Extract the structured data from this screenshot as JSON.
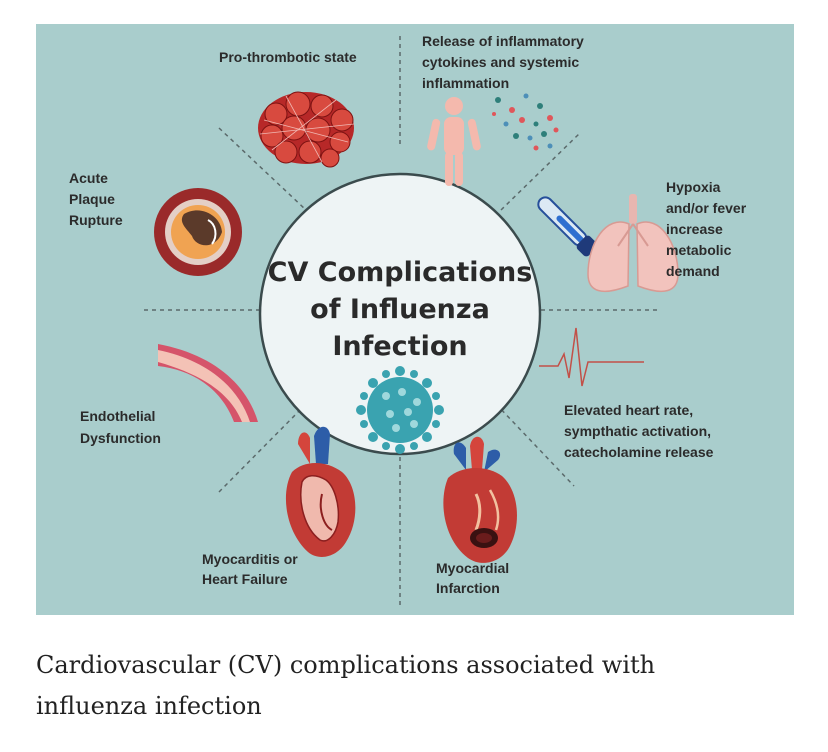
{
  "figure": {
    "center_title": {
      "line1": "CV Complications",
      "line2": "of Influenza",
      "line3": "Infection"
    },
    "labels": {
      "pro_thrombotic": "Pro-thrombotic state",
      "inflammatory": [
        "Release of inflammatory",
        "cytokines and systemic",
        "inflammation"
      ],
      "plaque": [
        "Acute",
        "Plaque",
        "Rupture"
      ],
      "hypoxia": [
        "Hypoxia",
        "and/or fever",
        "increase",
        "metabolic",
        "demand"
      ],
      "endothelial": [
        "Endothelial",
        "Dysfunction"
      ],
      "heart_rate": [
        "Elevated heart rate,",
        "sympthatic activation,",
        "catecholamine release"
      ],
      "myocarditis": [
        "Myocarditis or",
        "Heart Failure"
      ],
      "infarction": [
        "Myocardial",
        "Infarction"
      ]
    },
    "colors": {
      "background": "#a9cdcc",
      "center_circle": "#eef4f5",
      "virus": "#3aa3b0",
      "heart": "#c23b35",
      "vessel": "#d5546a"
    }
  },
  "caption": {
    "line1": "Cardiovascular (CV) complications associated with",
    "line2": "influenza infection"
  }
}
